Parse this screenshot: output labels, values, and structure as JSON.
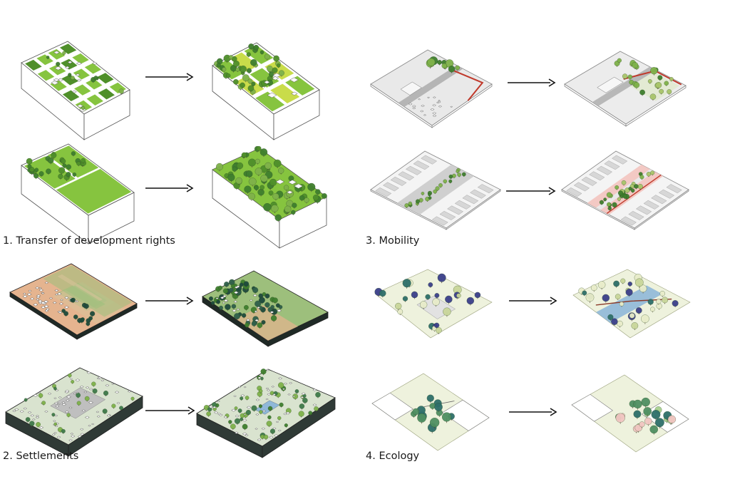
{
  "panels": [
    {
      "label": "1. Transfer of development rights"
    },
    {
      "label": "2. Settlements"
    },
    {
      "label": "3. Mobility"
    },
    {
      "label": "4. Ecology"
    }
  ],
  "colors": {
    "grass": "#86c43f",
    "grass_dark": "#4f8f2a",
    "tree": "#3f7f2e",
    "tree_light": "#7fb24a",
    "yellow_green": "#c9dc4a",
    "terrain": "#e5b48f",
    "terrain_green": "#9dbf7c",
    "road_gray": "#c8c8c8",
    "red_path": "#c0392b",
    "water": "#8fb8d8",
    "teal_tree": "#2e6f6a",
    "pale_ground": "#eef2dd",
    "slab_dark": "#1f2a26",
    "arrow": "#111111"
  }
}
